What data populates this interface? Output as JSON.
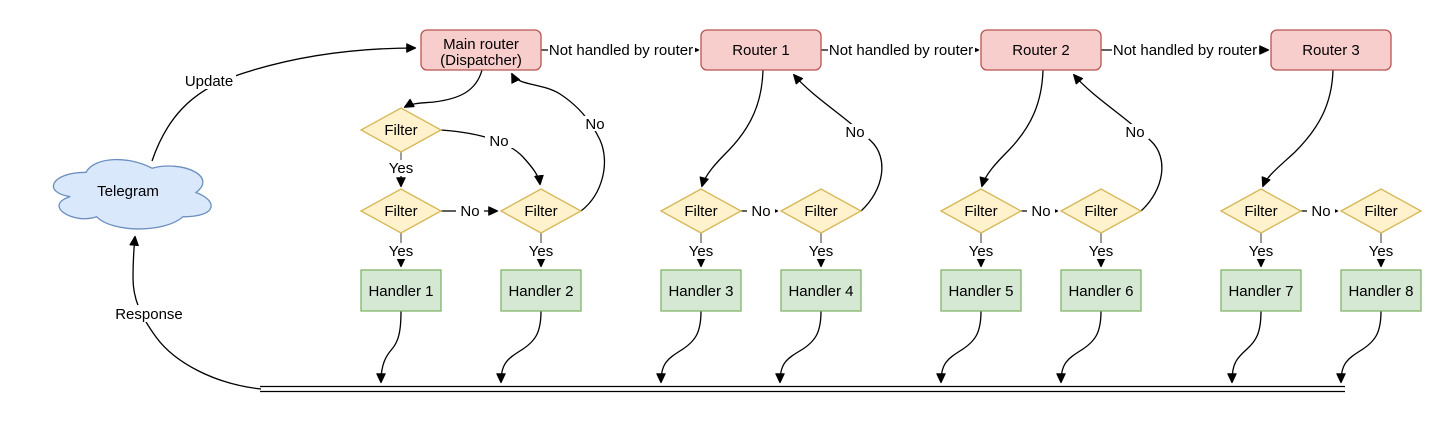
{
  "colors": {
    "background": "#ffffff",
    "text": "#000000",
    "edge": "#000000",
    "edge-stub": "#666666",
    "router-fill": "#f8cecc",
    "router-stroke": "#b85450",
    "filter-fill": "#fff2cc",
    "filter-stroke": "#d6b656",
    "handler-fill": "#d5e8d4",
    "handler-stroke": "#82b366",
    "cloud-fill": "#dae8fc",
    "cloud-stroke": "#6c8ebf"
  },
  "cloud": {
    "label": "Telegram"
  },
  "dispatcher": {
    "line1": "Main router",
    "line2": "(Dispatcher)"
  },
  "routers": [
    "Router 1",
    "Router 2",
    "Router 3"
  ],
  "filter": {
    "label": "Filter"
  },
  "handlers": [
    "Handler 1",
    "Handler 2",
    "Handler 3",
    "Handler 4",
    "Handler 5",
    "Handler 6",
    "Handler 7",
    "Handler 8"
  ],
  "edge_labels": {
    "update": "Update",
    "response": "Response",
    "not_handled": "Not handled by router",
    "yes": "Yes",
    "no": "No"
  }
}
